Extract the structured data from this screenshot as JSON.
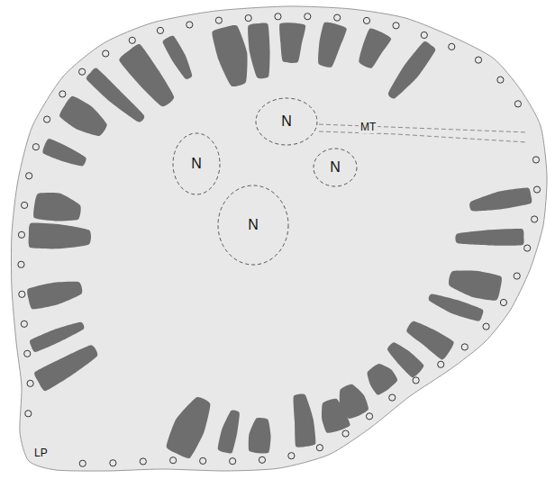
{
  "diagram": {
    "nodes": [
      {
        "text": [
          "N"
        ]
      },
      {
        "text": [
          "N"
        ]
      },
      {
        "text": [
          "N"
        ]
      },
      {
        "text": [
          "N"
        ]
      }
    ],
    "labels": [
      "MT",
      "LP"
    ]
  }
}
